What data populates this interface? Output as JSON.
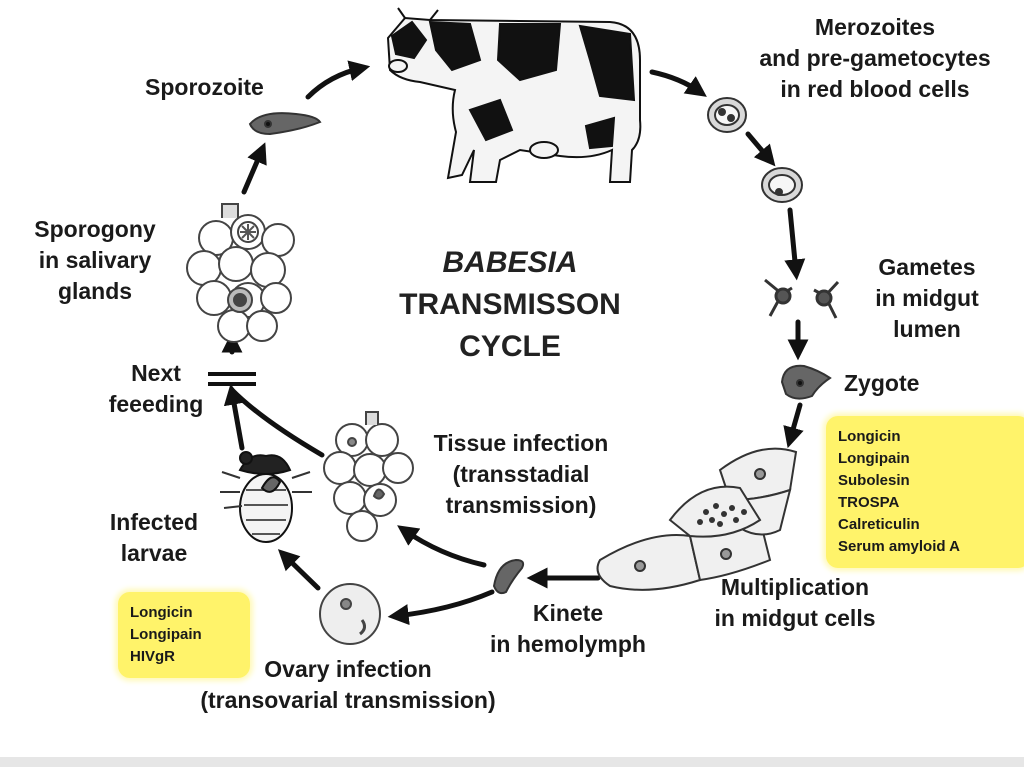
{
  "title": {
    "italic_line": "BABESIA",
    "lines": [
      "TRANSMISSON",
      "CYCLE"
    ]
  },
  "labels": {
    "sporozoite": "Sporozoite",
    "merozoites": [
      "Merozoites",
      "and pre-gametocytes",
      "in red blood cells"
    ],
    "gametes": [
      "Gametes",
      "in midgut",
      "lumen"
    ],
    "zygote": "Zygote",
    "multiplication": [
      "Multiplication",
      "in midgut cells"
    ],
    "kinete": [
      "Kinete",
      "in hemolymph"
    ],
    "ovary": [
      "Ovary infection",
      "(transovarial transmission)"
    ],
    "tissue": [
      "Tissue infection",
      "(transstadial",
      "transmission)"
    ],
    "infected_larvae": [
      "Infected",
      "larvae"
    ],
    "next_feeding": [
      "Next",
      "feeeding"
    ],
    "sporogony": [
      "Sporogony",
      "in salivary",
      "glands"
    ]
  },
  "boxes": {
    "midgut_factors": [
      "Longicin",
      "Longipain",
      "Subolesin",
      "TROSPA",
      "Calreticulin",
      "Serum amyloid A"
    ],
    "ovary_factors": [
      "Longicin",
      "Longipain",
      "HIVgR"
    ]
  },
  "colors": {
    "highlight": "#fff36a",
    "ink": "#1a1a1a"
  }
}
